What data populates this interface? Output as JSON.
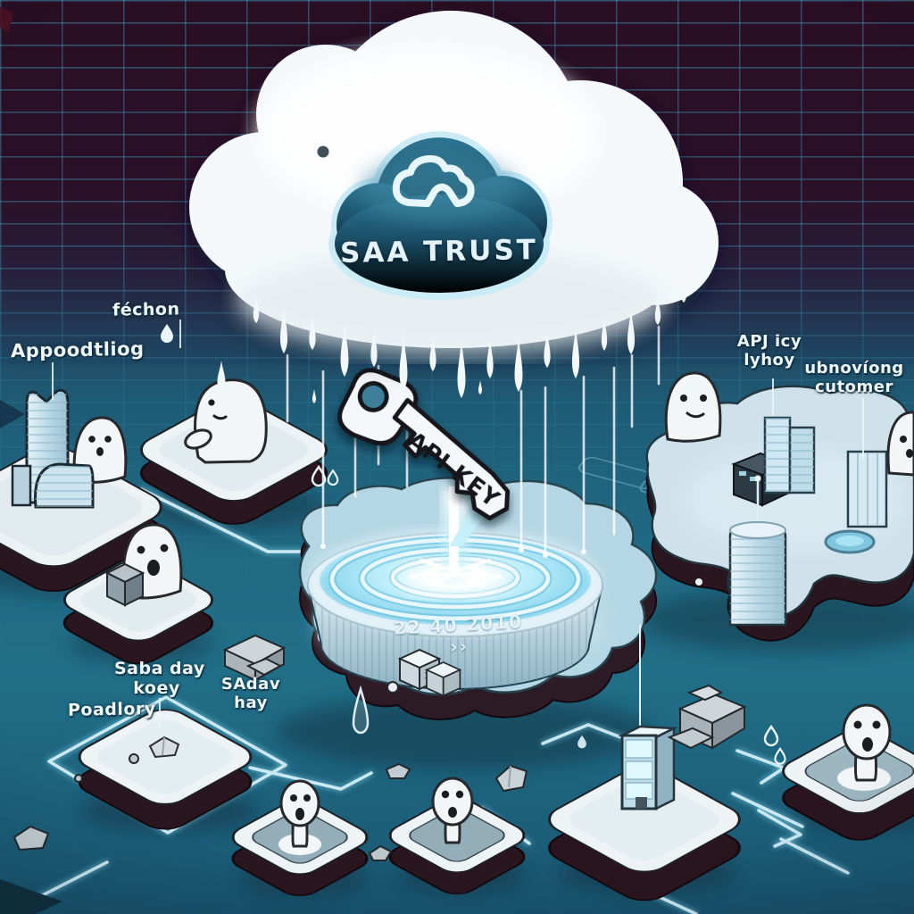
{
  "scene": {
    "badge": {
      "title": "SAA TRUST",
      "icon": "cloud-outline-icon"
    },
    "key": {
      "label": "API KEY",
      "icon": "api-key-icon"
    },
    "pool": {
      "rim_text": "22 40 2010 ››"
    },
    "labels": {
      "fechon": "féchon",
      "appoodtliog": "Appoodtliog",
      "api_line1": "APJ icy",
      "api_line2": "lyhoy",
      "ubnov_line1": "ubnovíong",
      "ubnov_line2": "cutomer",
      "saba_line1": "Saba day",
      "saba_line2": "koey",
      "saday_line1": "SAdav",
      "saday_line2": "hay",
      "poadlory": "Poadlory"
    },
    "icons": {
      "badge_cloud": "cloud-outline-icon",
      "droplet": "water-drop-icon",
      "key": "api-key-icon"
    },
    "colors": {
      "background_top": "#2a0e23",
      "background_ground": "#206983",
      "grid_line": "#40a5c6",
      "cloud": "#f4f8fa",
      "badge_fill": "#1b4f68",
      "badge_rim": "#c9ecf7",
      "pool_water": "#9fe6f8",
      "beam": "#eafcff",
      "platform_top": "#eef3f5",
      "platform_base": "#2a161f",
      "circuit": "#d9f5fe",
      "ghost": "#f3f6f7"
    }
  }
}
